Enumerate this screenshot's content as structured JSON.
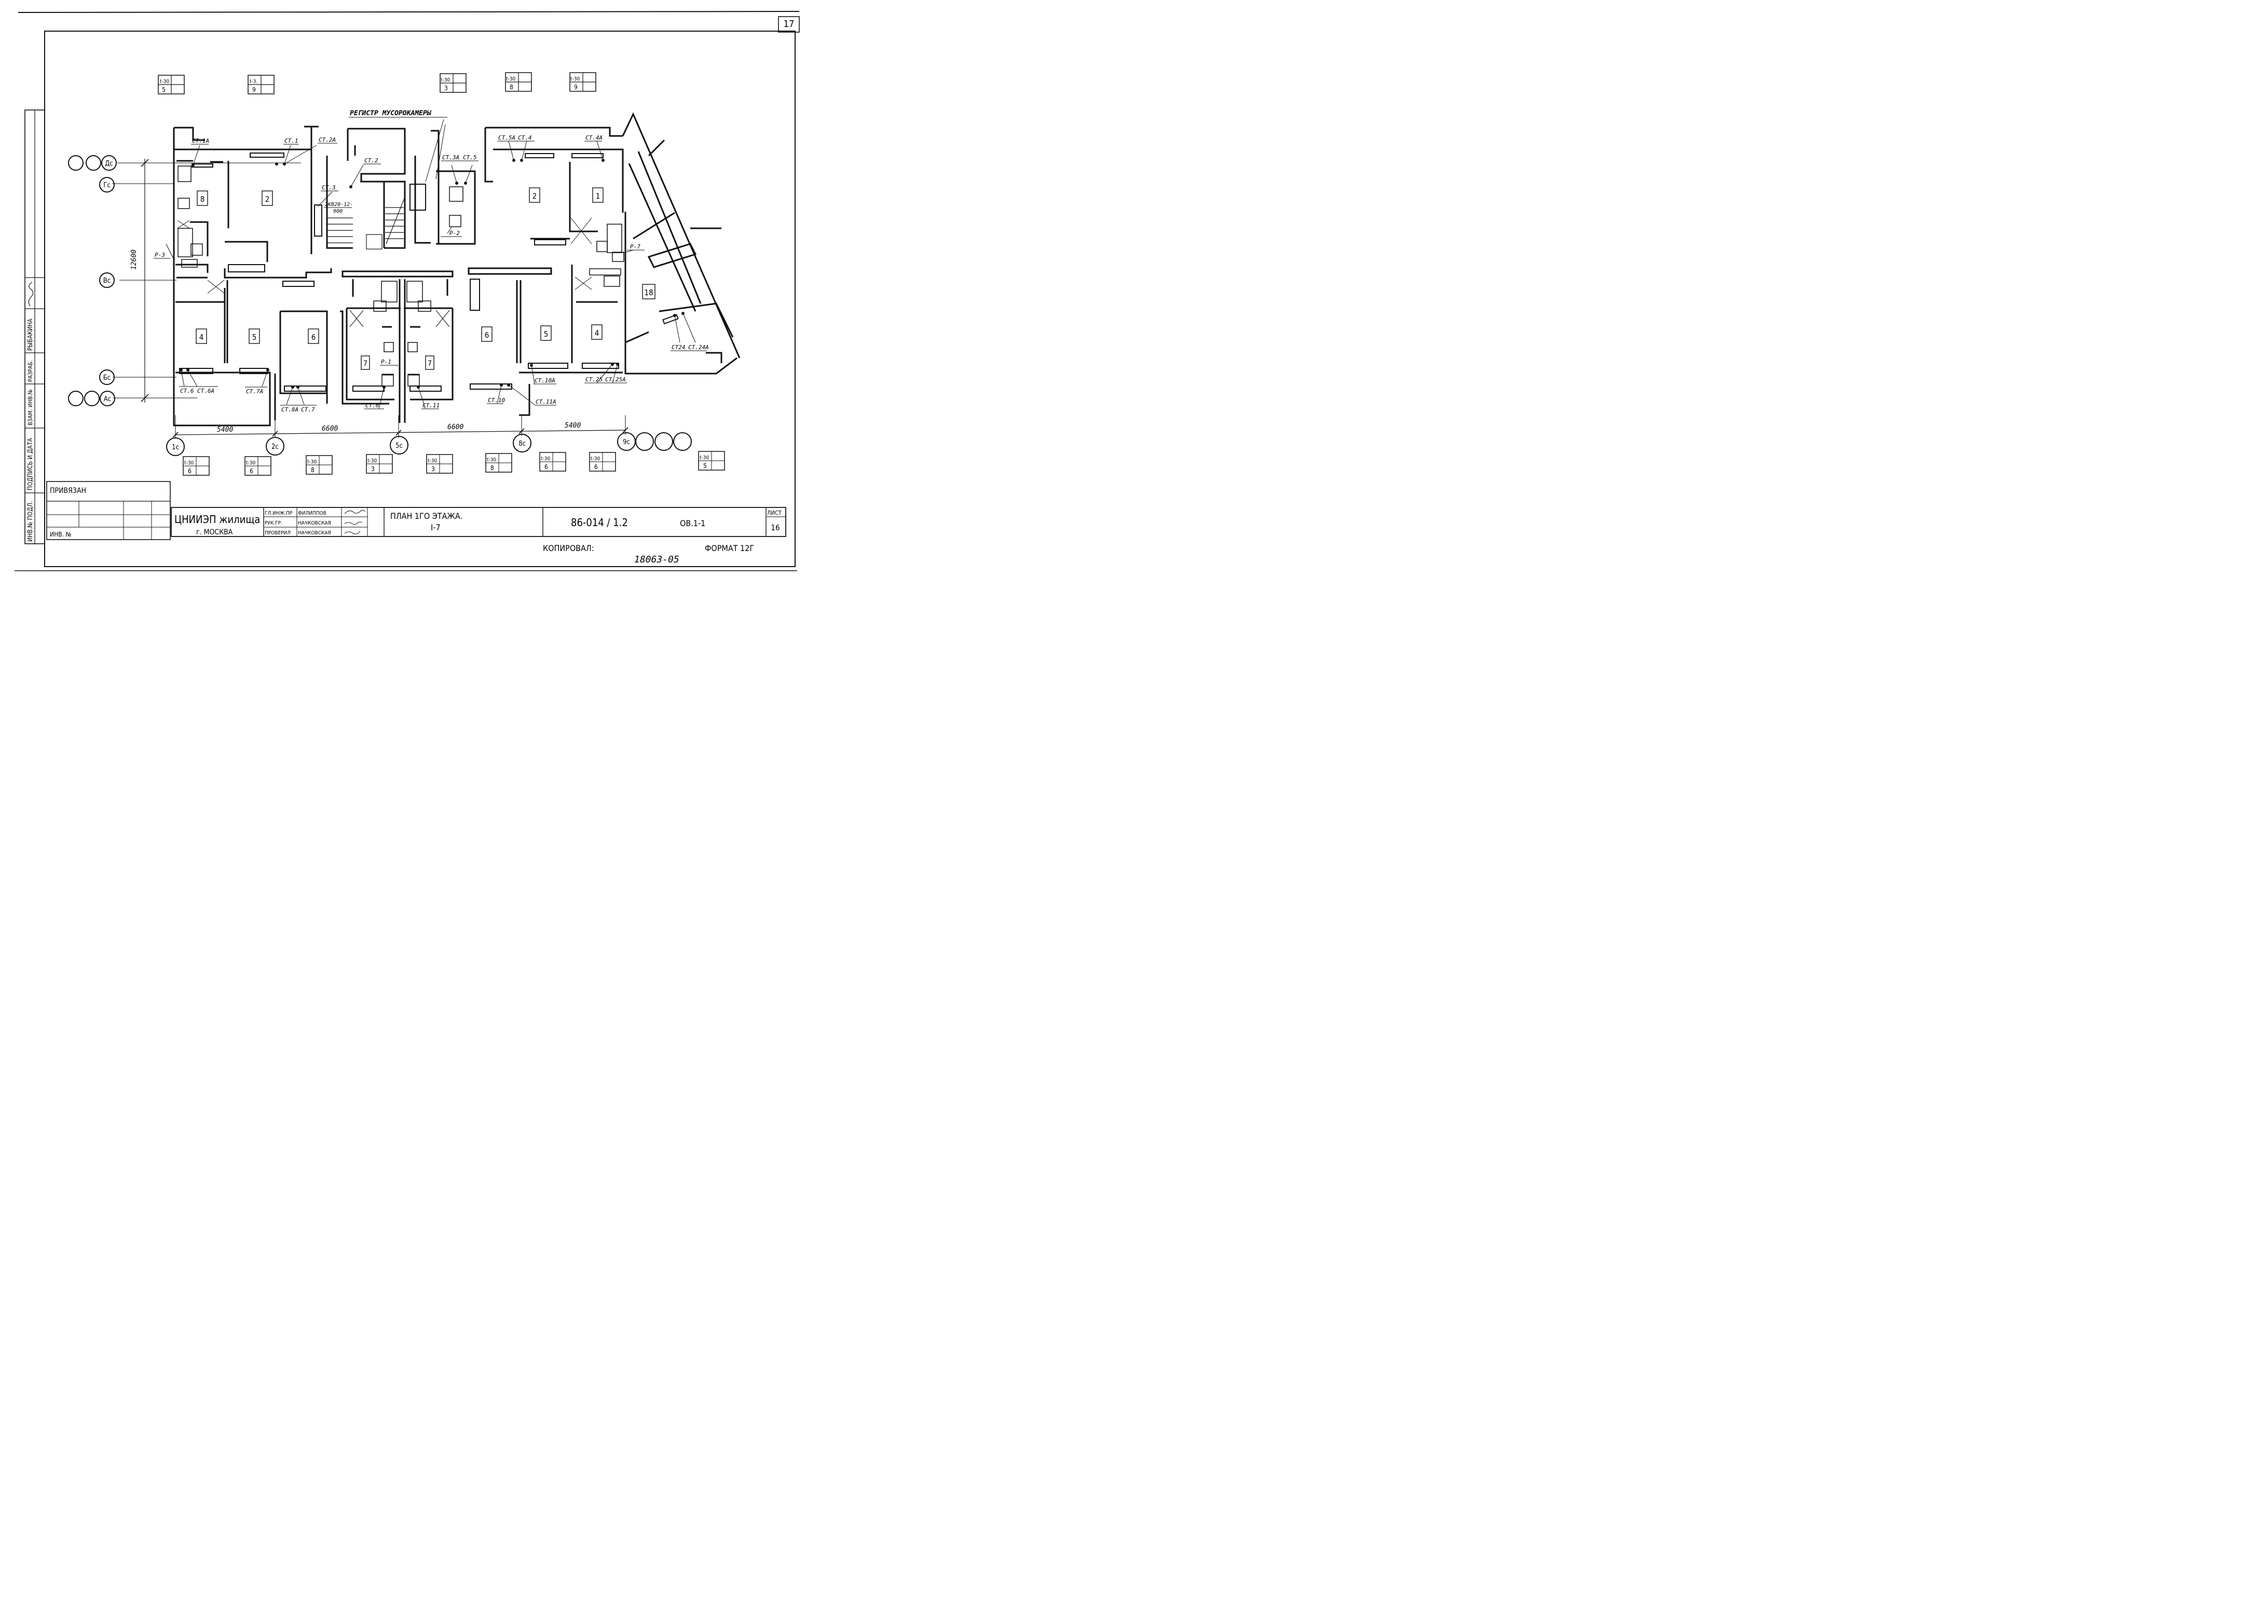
{
  "sheet": {
    "sheet_number": "17",
    "format_label": "ФОРМАТ 12Г",
    "copied_label": "КОПИРОВАЛ:",
    "copy_number": "18063-05",
    "annotation": "РЕГИСТР МУСОРОКАМЕРЫ"
  },
  "plan": {
    "rooms": [
      {
        "id": "r8",
        "label": "8"
      },
      {
        "id": "r2a",
        "label": "2"
      },
      {
        "id": "r2b",
        "label": "2"
      },
      {
        "id": "r1",
        "label": "1"
      },
      {
        "id": "r4a",
        "label": "4"
      },
      {
        "id": "r5a",
        "label": "5"
      },
      {
        "id": "r6a",
        "label": "6"
      },
      {
        "id": "r7a",
        "label": "7"
      },
      {
        "id": "r7b",
        "label": "7"
      },
      {
        "id": "r6b",
        "label": "6"
      },
      {
        "id": "r5b",
        "label": "5"
      },
      {
        "id": "r4b",
        "label": "4"
      },
      {
        "id": "r18",
        "label": "18"
      }
    ],
    "axes_horizontal": [
      {
        "id": "ax-d",
        "label": "Дс"
      },
      {
        "id": "ax-g",
        "label": "Гс"
      },
      {
        "id": "ax-v",
        "label": "Вс"
      },
      {
        "id": "ax-b",
        "label": "Бс"
      },
      {
        "id": "ax-a",
        "label": "Ас"
      }
    ],
    "axes_vertical": [
      {
        "id": "ax-1",
        "label": "1с"
      },
      {
        "id": "ax-2",
        "label": "2с"
      },
      {
        "id": "ax-5",
        "label": "5с"
      },
      {
        "id": "ax-8",
        "label": "8с"
      },
      {
        "id": "ax-9",
        "label": "9с"
      }
    ],
    "dimensions": {
      "vertical_total": "12600",
      "spans": [
        "5400",
        "6600",
        "6600",
        "5400"
      ]
    },
    "risers_top": [
      {
        "id": "st1a",
        "label": "СТ.1А"
      },
      {
        "id": "st1",
        "label": "СТ.1"
      },
      {
        "id": "st2a",
        "label": "СТ.2А"
      },
      {
        "id": "st2",
        "label": "СТ.2"
      },
      {
        "id": "st3",
        "label": "СТ.3"
      },
      {
        "id": "st3a",
        "label": "СТ.3А"
      },
      {
        "id": "st5",
        "label": "СТ.5"
      },
      {
        "id": "st5a",
        "label": "СТ.5А"
      },
      {
        "id": "st4",
        "label": "СТ.4"
      },
      {
        "id": "st4a",
        "label": "СТ.4А"
      }
    ],
    "risers_bottom": [
      {
        "id": "st6",
        "label": "СТ.6"
      },
      {
        "id": "st6a",
        "label": "СТ.6А"
      },
      {
        "id": "st7a",
        "label": "СТ.7А"
      },
      {
        "id": "st8a",
        "label": "СТ.8А"
      },
      {
        "id": "st7",
        "label": "СТ.7"
      },
      {
        "id": "st8",
        "label": "СТ.8"
      },
      {
        "id": "st11",
        "label": "СТ.11"
      },
      {
        "id": "st10",
        "label": "СТ.10"
      },
      {
        "id": "st11a",
        "label": "СТ.11А"
      },
      {
        "id": "st10a",
        "label": "СТ.10А"
      },
      {
        "id": "st25",
        "label": "СТ.25"
      },
      {
        "id": "st25a",
        "label": "СТ.25А"
      },
      {
        "id": "st24",
        "label": "СТ24"
      },
      {
        "id": "st24a",
        "label": "СТ.24А"
      }
    ],
    "other_labels": {
      "p1": "Р-1",
      "p2": "Р-2",
      "p3": "Р-3",
      "p7": "Р-7",
      "radiator": "2КВ20-12-",
      "radiator2": "900"
    },
    "stamps_top": [
      {
        "t": "t-30",
        "n": "5"
      },
      {
        "t": "t-3.",
        "n": "9"
      },
      {
        "t": "t-30",
        "n": "3"
      },
      {
        "t": "t-30",
        "n": "8"
      },
      {
        "t": "t-30",
        "n": "9"
      }
    ],
    "stamps_bottom": [
      {
        "t": "t-30",
        "n": "6"
      },
      {
        "t": "t-30",
        "n": "6"
      },
      {
        "t": "t-30",
        "n": "8"
      },
      {
        "t": "t-30",
        "n": "3"
      },
      {
        "t": "t-30",
        "n": "3"
      },
      {
        "t": "t-30",
        "n": "8"
      },
      {
        "t": "t-30",
        "n": "6"
      },
      {
        "t": "t-30",
        "n": "6"
      },
      {
        "t": "t-30",
        "n": "5"
      }
    ]
  },
  "side_stamp": {
    "inv_podl": "ИНВ.№ ПОДЛ.",
    "sign_date": "ПОДПИСЬ И ДАТА",
    "vzam": "ВЗАМ. ИНВ.№",
    "razrab": "РАЗРАБ.",
    "name": "РЫБАКИНА"
  },
  "title_block": {
    "privyazan": "ПРИВЯЗАН",
    "inv_no": "ИНВ. №",
    "org_line1": "ЦНИИЭП жилища",
    "org_line2": "г. МОСКВА",
    "roles": [
      {
        "role": "ГЛ.ИНЖ.ПР",
        "name": "ФИЛИППОВ"
      },
      {
        "role": "РУК.ГР.",
        "name": "НАЧКОВСКАЯ"
      },
      {
        "role": "ПРОВЕРИЛ",
        "name": "НАЧКОВСКАЯ"
      }
    ],
    "title_line1": "ПЛАН 1ГО ЭТАЖА.",
    "title_line2": "I-7",
    "doc_code": "86-014 / 1.2",
    "sheet_code": "ОВ.1-1",
    "list_label": "ЛИСТ",
    "list_number": "16"
  }
}
